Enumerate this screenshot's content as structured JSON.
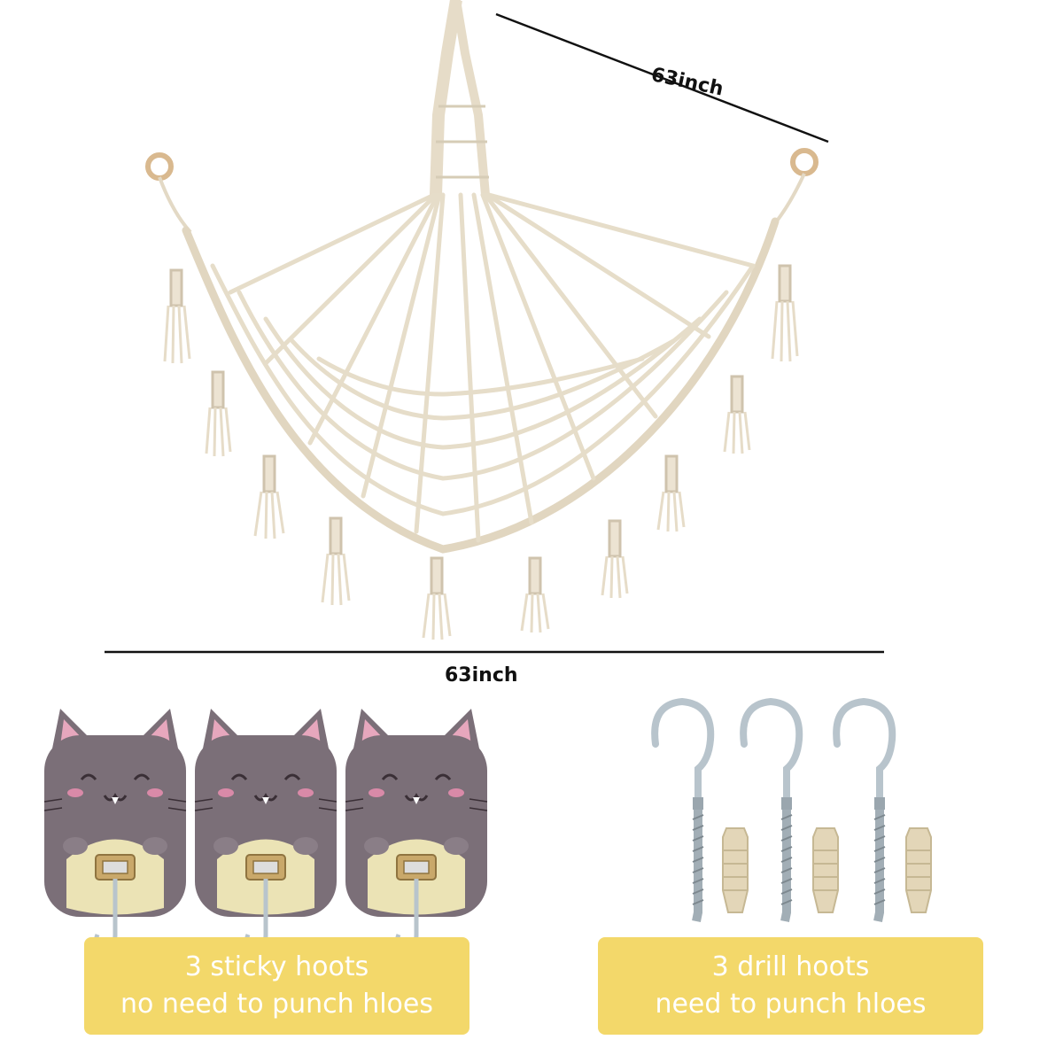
{
  "dimensions": {
    "top_label": "63inch",
    "bottom_label": "63inch"
  },
  "captions": {
    "left": {
      "line1": "3 sticky hoots",
      "line2": "no need to punch hloes"
    },
    "right": {
      "line1": "3 drill hoots",
      "line2": "need to punch hloes"
    }
  },
  "colors": {
    "rope": "#ece3d2",
    "rope_shadow": "#c9bea9",
    "ring": "#d9b98f",
    "caption_bg": "#f3d86a",
    "cat_body": "#7b6f78",
    "cat_belly": "#ebe3b5",
    "metal": "#b8c4cc"
  },
  "items": {
    "net": "macrame-toy-hammock-net",
    "sticky_hooks_icon": "cat-adhesive-hook-icon",
    "drill_hooks_icon": "screw-hook-icon",
    "anchor_icon": "wall-anchor-icon"
  }
}
